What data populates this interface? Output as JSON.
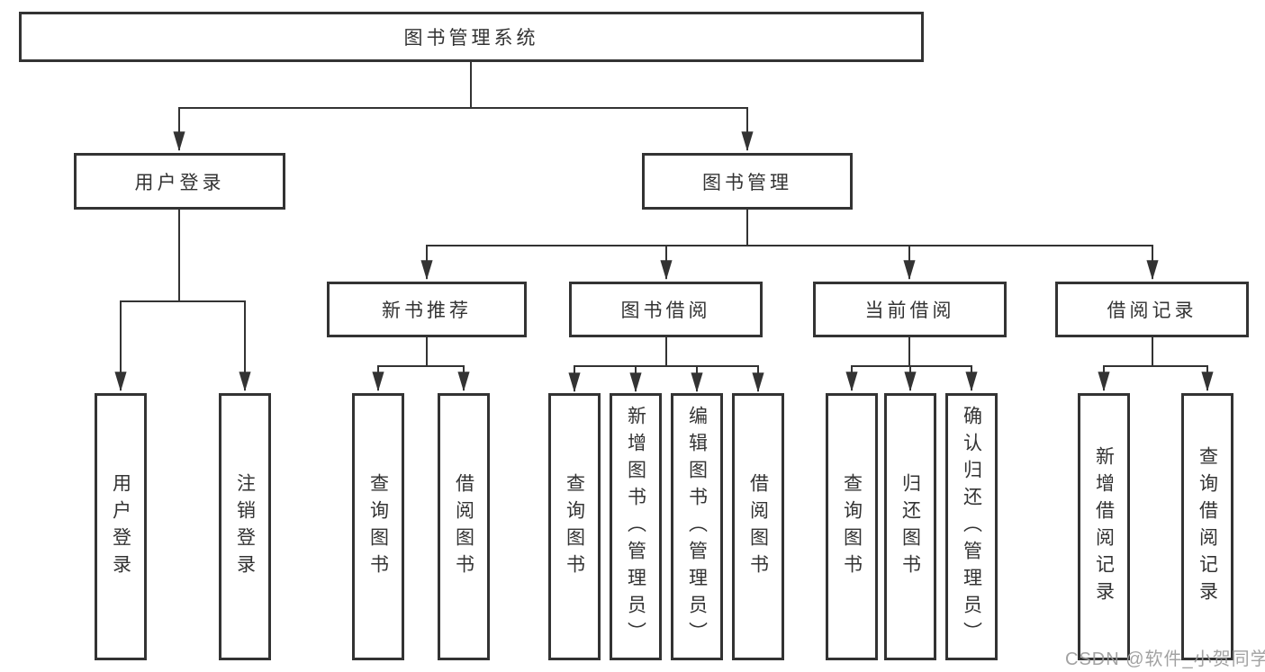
{
  "diagram": {
    "root": "图书管理系统",
    "level2": {
      "user_login": "用户登录",
      "book_management": "图书管理"
    },
    "level3": {
      "new_book_recommendation": "新书推荐",
      "book_borrowing": "图书借阅",
      "current_borrowing": "当前借阅",
      "borrowing_records": "借阅记录"
    },
    "leaves": {
      "user_login": [
        "用户登录",
        "注销登录"
      ],
      "new_book_recommendation": [
        "查询图书",
        "借阅图书"
      ],
      "book_borrowing": [
        "查询图书",
        "新增图书（管理员）",
        "编辑图书（管理员）",
        "借阅图书"
      ],
      "current_borrowing": [
        "查询图书",
        "归还图书",
        "确认归还（管理员）"
      ],
      "borrowing_records": [
        "新增借阅记录",
        "查询借阅记录"
      ]
    }
  },
  "watermark": "CSDN @软件_小贺同学",
  "colors": {
    "line": "#333333",
    "text": "#333333",
    "box_fill": "#ffffff",
    "watermark": "#9b9b9b"
  }
}
